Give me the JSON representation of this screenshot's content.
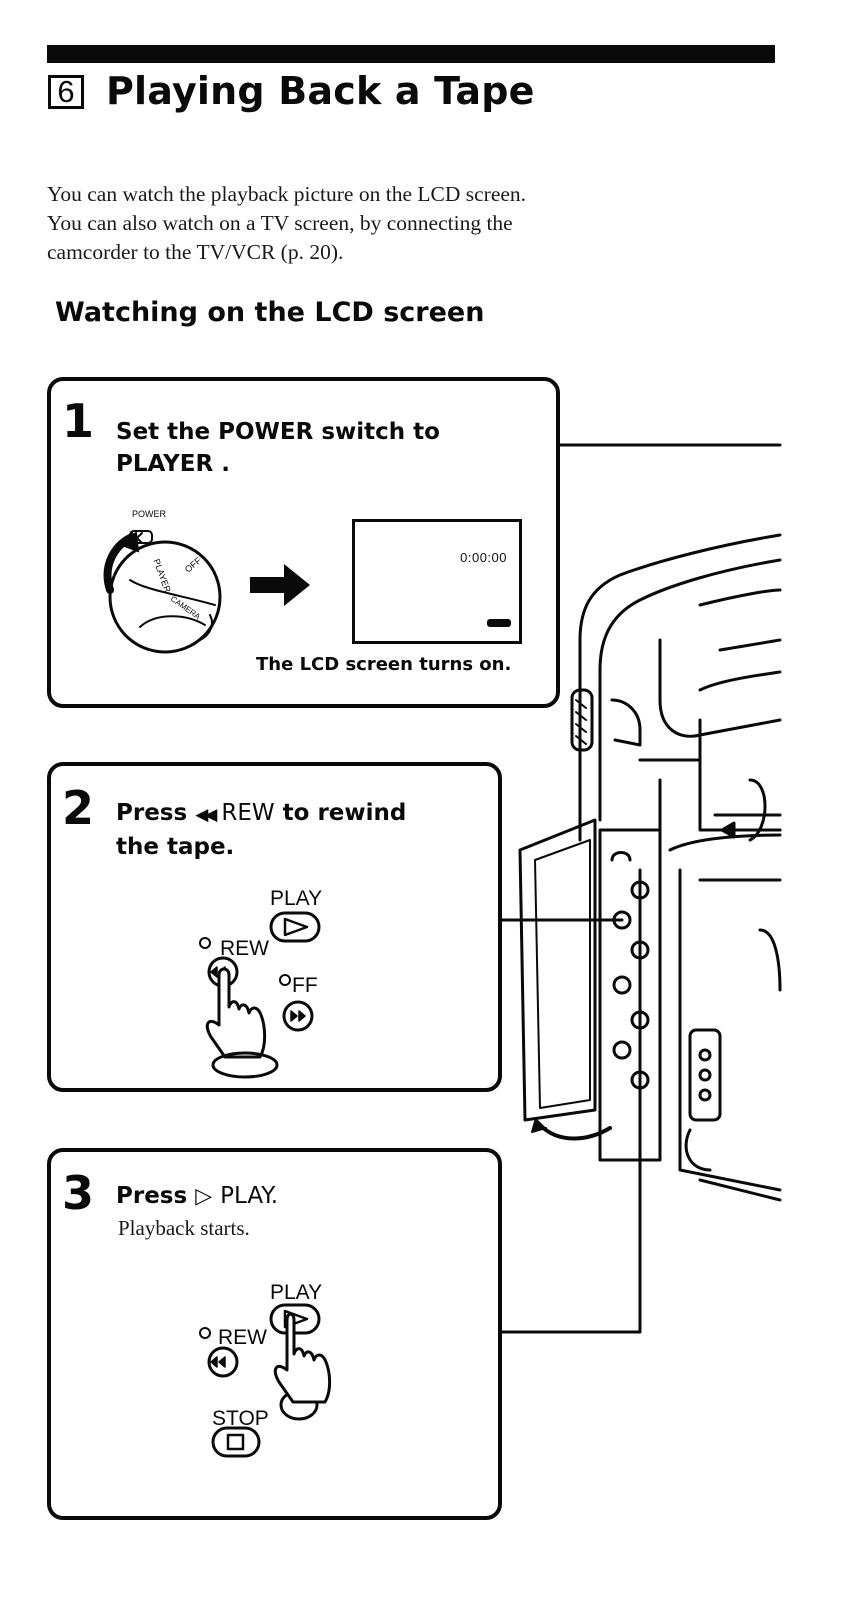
{
  "header": {
    "section_number": "6",
    "title": "Playing Back a Tape"
  },
  "intro": {
    "line1": "You can watch the playback picture on the LCD screen.",
    "line2": "You can also watch on a TV screen, by connecting the",
    "line3": "camcorder to the TV/VCR (p. 20)."
  },
  "subheading": "Watching on the LCD screen",
  "steps": [
    {
      "number": "1",
      "line1": "Set the POWER switch to",
      "line2": "PLAYER .",
      "dial_labels": {
        "power": "POWER",
        "player": "PLAYER",
        "off": "OFF",
        "camera": "CAMERA"
      },
      "lcd_counter": "0:00:00",
      "caption": "The LCD screen turns on."
    },
    {
      "number": "2",
      "line1_prefix": "Press",
      "line1_symbol": "◀◀",
      "line1_button": "REW",
      "line1_suffix": "to rewind",
      "line2": "the tape.",
      "buttons": {
        "play": "PLAY",
        "rew": "REW",
        "ff": "FF"
      }
    },
    {
      "number": "3",
      "line1_prefix": "Press",
      "line1_symbol": "▷",
      "line1_button": "PLAY.",
      "line2": "Playback starts.",
      "buttons": {
        "play": "PLAY",
        "rew": "REW",
        "stop": "STOP"
      }
    }
  ]
}
